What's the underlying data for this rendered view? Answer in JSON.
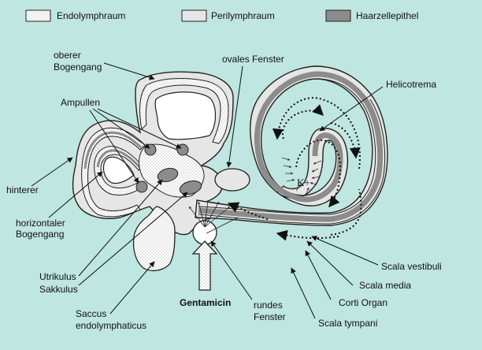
{
  "legend": {
    "endolymph": "Endolymphraum",
    "perilymph": "Perilymphraum",
    "haarzell": "Haarzellepithel"
  },
  "labels": {
    "oberer_line1": "oberer",
    "oberer_line2": "Bogengang",
    "ampullen": "Ampullen",
    "hinterer": "hinterer",
    "horizontaler_line1": "horizontaler",
    "horizontaler_line2": "Bogengang",
    "utrikulus": "Utrikulus",
    "sakkulus": "Sakkulus",
    "saccus_line1": "Saccus",
    "saccus_line2": "endolymphaticus",
    "gentamicin": "Gentamicin",
    "rundes_line1": "rundes",
    "rundes_line2": "Fenster",
    "ovales": "ovales Fenster",
    "helicotrema": "Helicotrema",
    "scala_vestibuli": "Scala vestibuli",
    "scala_media": "Scala media",
    "corti": "Corti Organ",
    "scala_tympani": "Scala tympani",
    "k_plus": "K+"
  },
  "colors": {
    "background": "#bfe6e0",
    "perilymph": "#e6e6e6",
    "haarzell": "#8c8c8c",
    "outline": "#222222"
  }
}
